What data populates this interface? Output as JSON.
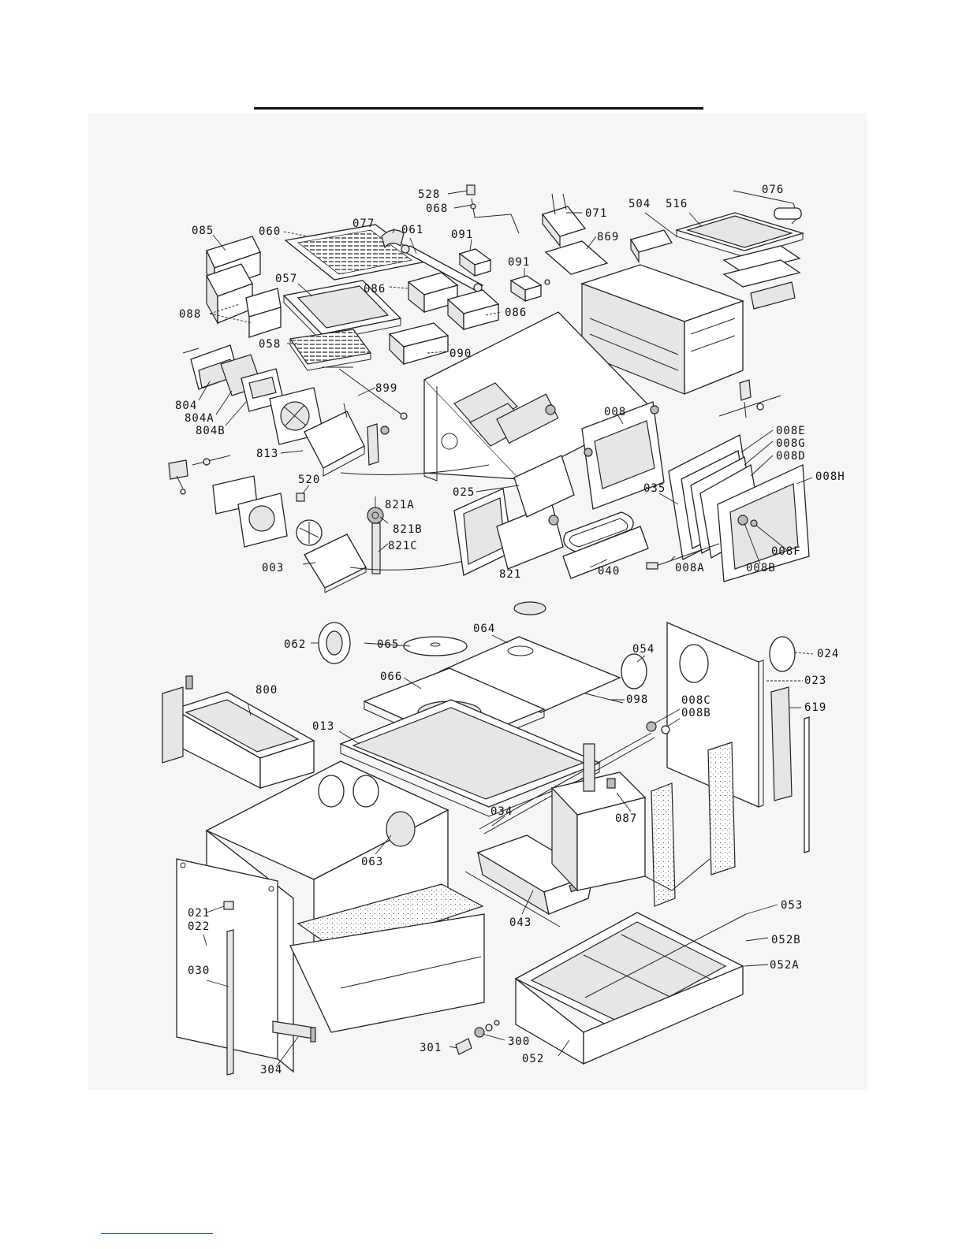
{
  "labels": {
    "p528": "528",
    "p068": "068",
    "p071": "071",
    "p076": "076",
    "p504": "504",
    "p516": "516",
    "p085": "085",
    "p060": "060",
    "p077": "077",
    "p061": "061",
    "p091a": "091",
    "p091b": "091",
    "p869": "869",
    "p057": "057",
    "p086a": "086",
    "p086b": "086",
    "p088": "088",
    "p058": "058",
    "p090": "090",
    "p899": "899",
    "p804": "804",
    "p804A": "804A",
    "p804B": "804B",
    "p813": "813",
    "p008": "008",
    "p008E": "008E",
    "p008G": "008G",
    "p008D": "008D",
    "p008H": "008H",
    "p520": "520",
    "p821A": "821A",
    "p025": "025",
    "p035": "035",
    "p821B": "821B",
    "p821C": "821C",
    "p008F": "008F",
    "p003": "003",
    "p821": "821",
    "p040": "040",
    "p008A": "008A",
    "p008B_top": "008B",
    "p062": "062",
    "p065": "065",
    "p064": "064",
    "p054": "054",
    "p024": "024",
    "p023": "023",
    "p066": "066",
    "p098": "098",
    "p008C": "008C",
    "p008B_bot": "008B",
    "p619": "619",
    "p800": "800",
    "p013": "013",
    "p034": "034",
    "p087": "087",
    "p063": "063",
    "p021": "021",
    "p022": "022",
    "p043": "043",
    "p053": "053",
    "p052B": "052B",
    "p030": "030",
    "p052A": "052A",
    "p300": "300",
    "p301": "301",
    "p052": "052",
    "p304": "304"
  }
}
